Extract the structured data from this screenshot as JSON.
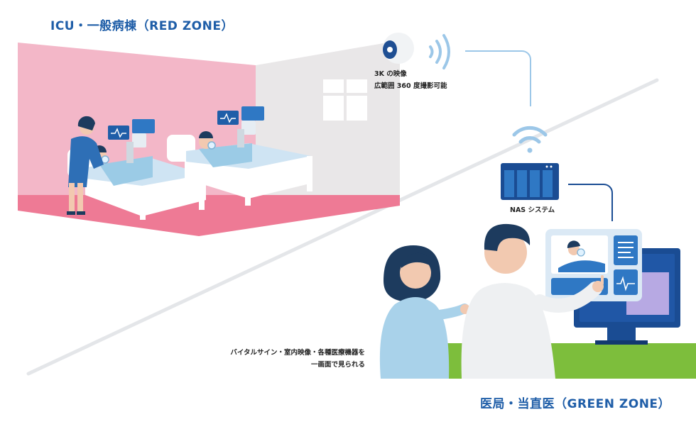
{
  "red_zone": {
    "title": "ICU・一般病棟（RED ZONE）"
  },
  "camera": {
    "line1": "3K の映像",
    "line2": "広範囲 360 度撮影可能"
  },
  "nas": {
    "label": "NAS システム"
  },
  "caption": {
    "line1": "バイタルサイン・室内映像・各種医療機器を",
    "line2": "一画面で見られる"
  },
  "green_zone": {
    "title": "医局・当直医（GREEN ZONE）"
  },
  "colors": {
    "brand_blue": "#1f5ea8",
    "red_zone_wall": "#f3b7c8",
    "red_zone_floor": "#ee7a95",
    "green_desk": "#7dbe3c",
    "line_light_blue": "#9cc7e8"
  },
  "icons": [
    "camera-icon",
    "signal-waves-icon",
    "wifi-icon",
    "nas-server-icon",
    "vital-monitor-icon",
    "desktop-monitor-icon"
  ]
}
